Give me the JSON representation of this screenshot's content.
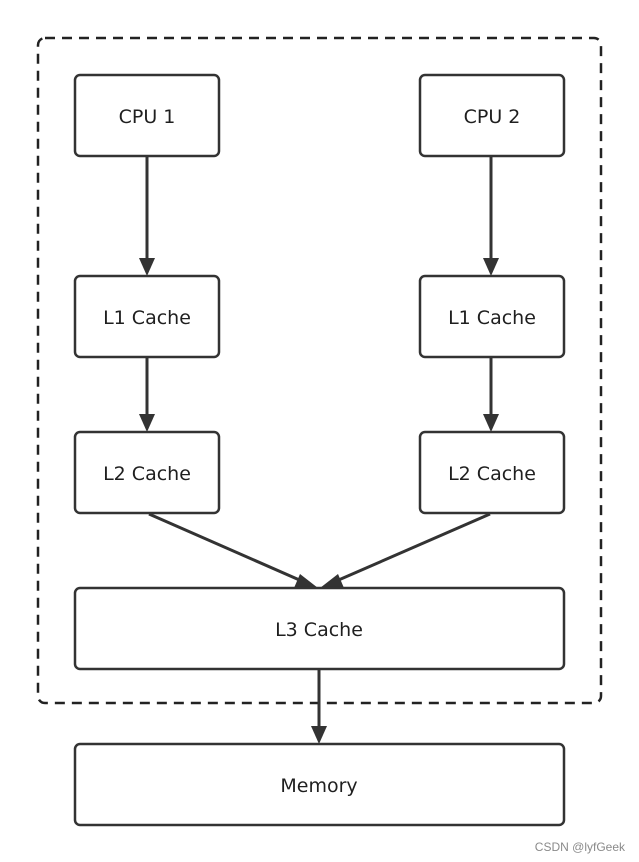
{
  "nodes": {
    "cpu1": "CPU 1",
    "cpu2": "CPU 2",
    "l1_left": "L1 Cache",
    "l1_right": "L1 Cache",
    "l2_left": "L2 Cache",
    "l2_right": "L2 Cache",
    "l3": "L3 Cache",
    "memory": "Memory"
  },
  "edges": [
    {
      "from": "cpu1",
      "to": "l1_left"
    },
    {
      "from": "cpu2",
      "to": "l1_right"
    },
    {
      "from": "l1_left",
      "to": "l2_left"
    },
    {
      "from": "l1_right",
      "to": "l2_right"
    },
    {
      "from": "l2_left",
      "to": "l3"
    },
    {
      "from": "l2_right",
      "to": "l3"
    },
    {
      "from": "l3",
      "to": "memory"
    }
  ],
  "watermark": "CSDN @lyfGeek",
  "colors": {
    "stroke": "#333333",
    "background": "#ffffff"
  }
}
